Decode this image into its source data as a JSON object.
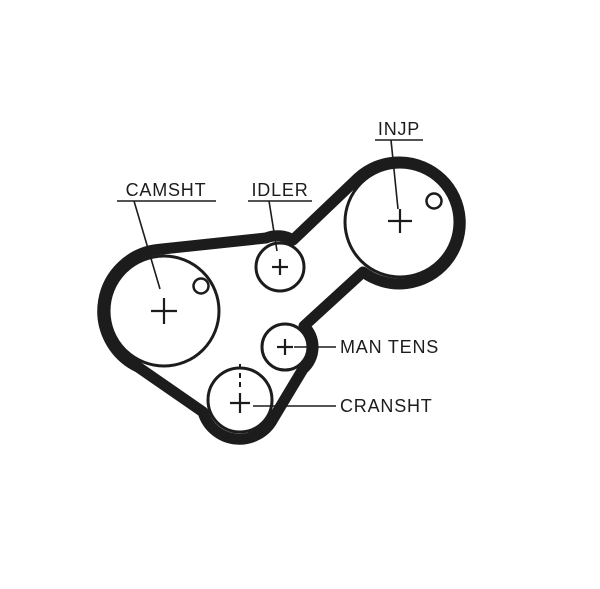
{
  "diagram": {
    "background_color": "#ffffff",
    "belt_color": "#1c1c1c",
    "labels": {
      "camsht": "CAMSHT",
      "idler": "IDLER",
      "injp": "INJP",
      "man_tens": "MAN TENS",
      "cransht": "CRANSHT"
    }
  }
}
